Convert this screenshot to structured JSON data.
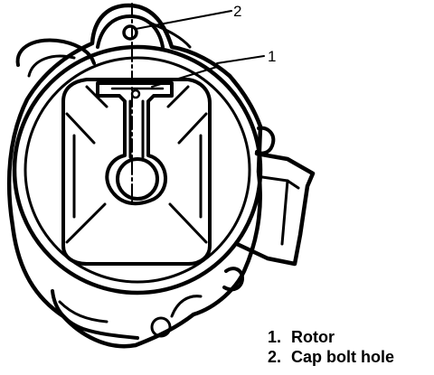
{
  "callouts": [
    {
      "number": "2",
      "target": "cap-bolt-hole"
    },
    {
      "number": "1",
      "target": "rotor"
    }
  ],
  "legend": [
    {
      "number": "1.",
      "label": "Rotor"
    },
    {
      "number": "2.",
      "label": "Cap bolt hole"
    }
  ]
}
